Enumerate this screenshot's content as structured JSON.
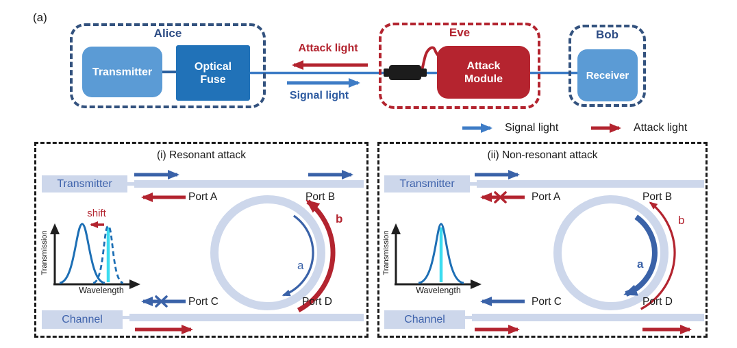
{
  "fig": {
    "label": "(a)"
  },
  "top": {
    "alice": {
      "title": "Alice",
      "transmitter": "Transmitter",
      "fuse": "Optical Fuse"
    },
    "eve": {
      "title": "Eve",
      "module": "Attack Module"
    },
    "bob": {
      "title": "Bob",
      "receiver": "Receiver"
    },
    "attack_flow_label": "Attack light",
    "signal_flow_label": "Signal light"
  },
  "legend": {
    "signal": "Signal light",
    "attack": "Attack light"
  },
  "panels": {
    "p1": {
      "title": "(i) Resonant attack",
      "transmitter": "Transmitter",
      "channel": "Channel",
      "port_a": "Port A",
      "port_b": "Port B",
      "port_c": "Port C",
      "port_d": "Port D",
      "mode_a": "a",
      "mode_b": "b",
      "plot": {
        "ylabel": "Transmission",
        "xlabel": "Wavelength",
        "shift_label": "shift"
      }
    },
    "p2": {
      "title": "(ii) Non-resonant attack",
      "transmitter": "Transmitter",
      "channel": "Channel",
      "port_a": "Port A",
      "port_b": "Port B",
      "port_c": "Port C",
      "port_d": "Port D",
      "mode_a": "a",
      "mode_b": "b",
      "plot": {
        "ylabel": "Transmission",
        "xlabel": "Wavelength"
      }
    }
  },
  "colors": {
    "signal_blue_bright": "#3e7cc6",
    "signal_blue_dark": "#3a62a8",
    "attack_red": "#b3242f",
    "box_light_blue": "#5b9bd5",
    "box_dark_blue": "#2172b8",
    "waveguide_grey_blue": "#cdd7eb",
    "party_navy": "#2e4d85",
    "resonance_cyan": "#3bdcf0",
    "plot_curve_blue": "#1d6fb5",
    "text_black": "#1a1a1a"
  }
}
